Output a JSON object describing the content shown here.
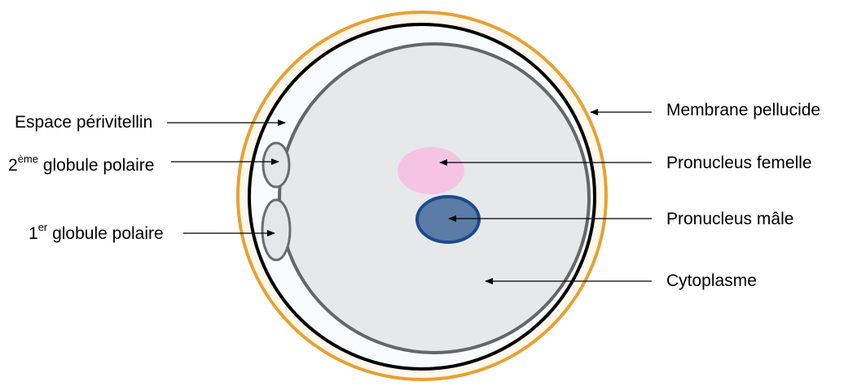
{
  "labels": {
    "espace_perivitellin": "Espace périvitellin",
    "globule2_number": "2",
    "globule2_sup": "ème",
    "globule2_text": " globule polaire",
    "globule1_number": "1",
    "globule1_sup": "er",
    "globule1_text": " globule polaire",
    "membrane_pellucide": "Membrane pellucide",
    "pronucleus_femelle": "Pronucleus femelle",
    "pronucleus_male": "Pronucleus mâle",
    "cytoplasme": "Cytoplasme"
  },
  "colors": {
    "zona": "#e8a033",
    "zona_fill": "#fdf7ec",
    "membrane": "#000000",
    "perivitelline_space": "#f9fafb",
    "oocyte_border": "#666666",
    "cytoplasm": "#e6e8ea",
    "polar_body_border": "#6b6b6b",
    "polar_body_fill": "#e4e6e8",
    "female_pronucleus": "#f5c4e4",
    "male_pronucleus_fill": "#5b7ca6",
    "male_pronucleus_border": "#1a4a8c",
    "arrows": "#000000"
  }
}
